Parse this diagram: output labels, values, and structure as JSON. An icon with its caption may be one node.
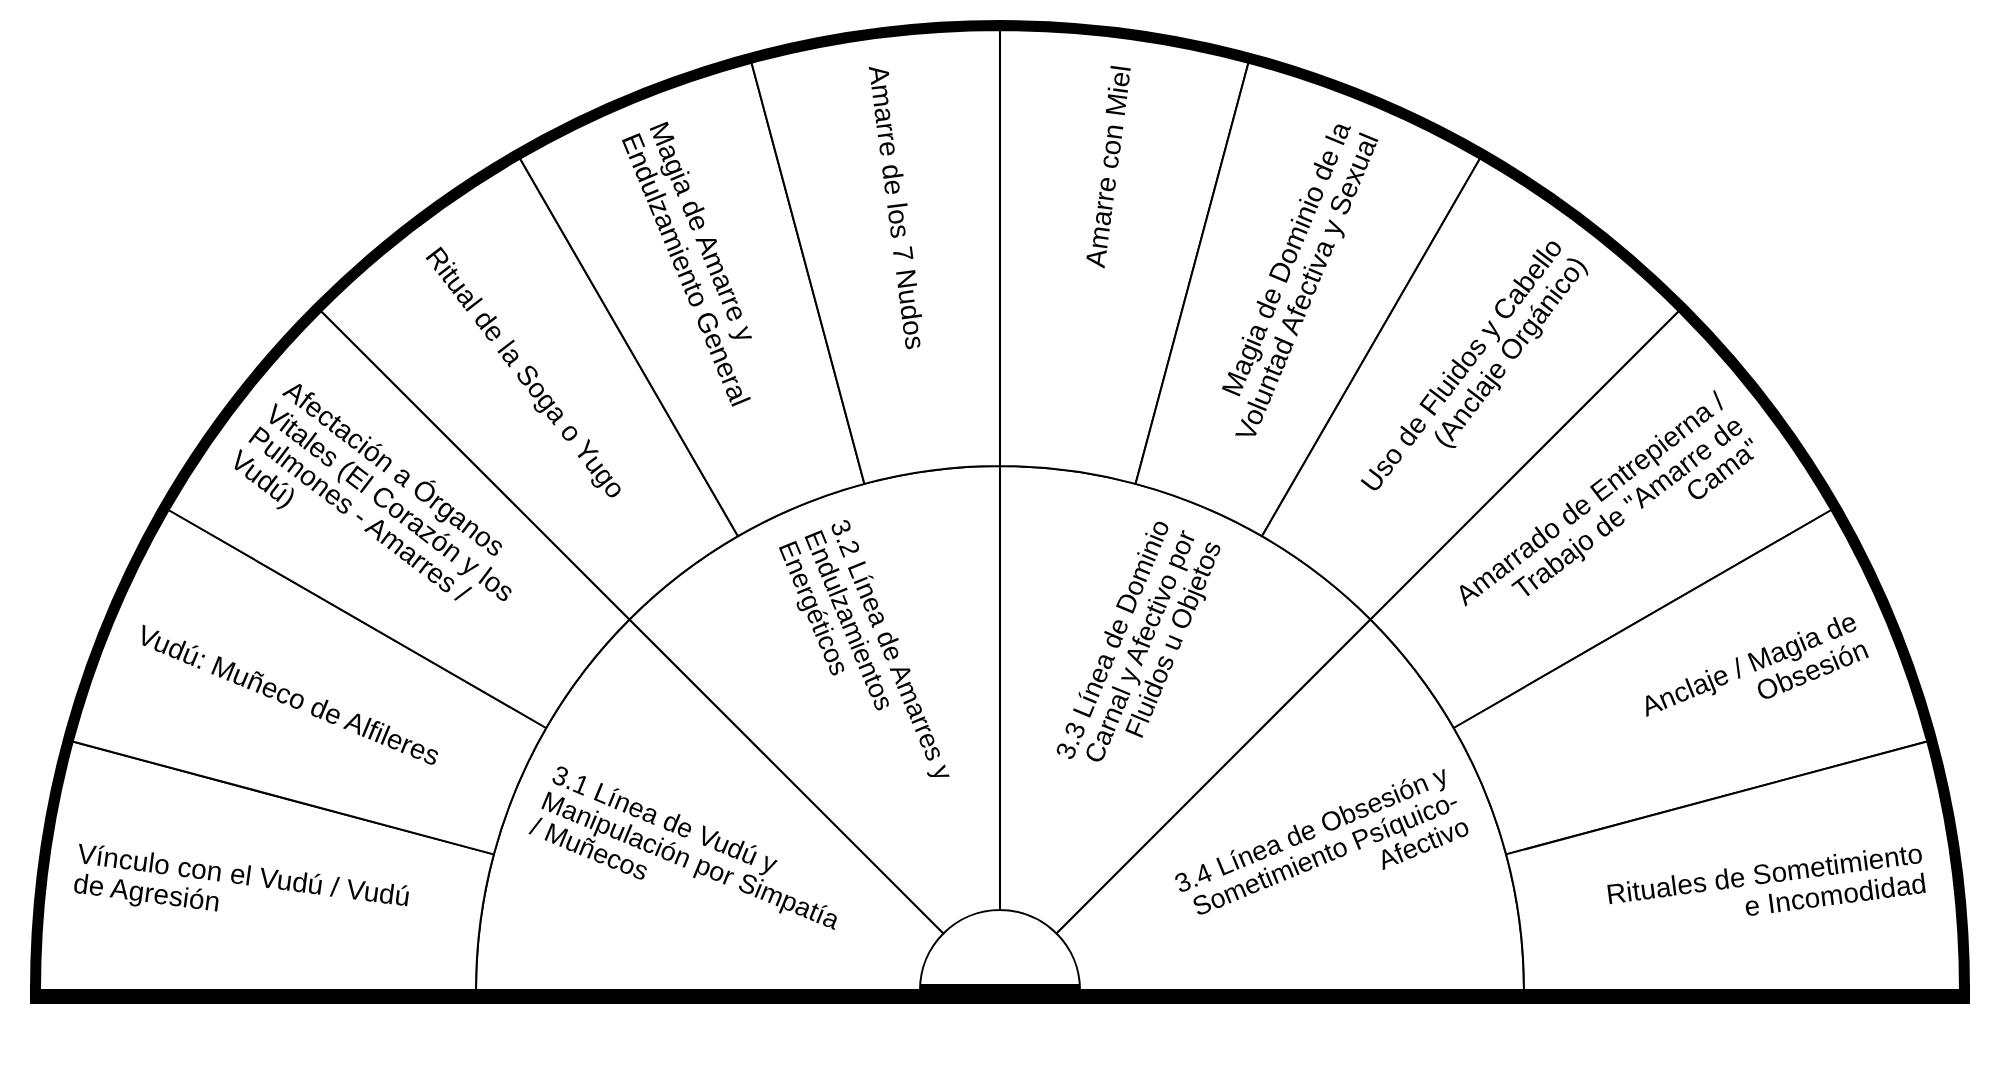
{
  "diagram": {
    "nodes": [
      {
        "text": [
          "3.1 Línea de Vudú y Manipulación por Simpatía / Muñecos"
        ]
      },
      {
        "text": [
          "3.2 Línea de Amarres y Endulzamientos Energéticos"
        ]
      },
      {
        "text": [
          "3.3 Línea de Dominio Carnal y Afectivo por Fluidos u Objetos"
        ]
      },
      {
        "text": [
          "3.4 Línea de Obsesión y Sometimiento Psíquico-Afectivo"
        ]
      },
      {
        "text": [
          "Vínculo con el Vudú / Vudú de Agresión"
        ]
      },
      {
        "text": [
          "Vudú: Muñeco de Alfileres"
        ]
      },
      {
        "text": [
          "Afectación a Órganos Vitales (El Corazón y los Pulmones - Amarres / Vudú)"
        ]
      },
      {
        "text": [
          "Ritual de la Soga o Yugo"
        ]
      },
      {
        "text": [
          "Magia de Amarre y Endulzamiento General"
        ]
      },
      {
        "text": [
          "Amarre de los 7 Nudos"
        ]
      },
      {
        "text": [
          "Amarre con Miel"
        ]
      },
      {
        "text": [
          "Magia de Dominio de la Voluntad Afectiva y Sexual"
        ]
      },
      {
        "text": [
          "Uso de Fluidos y Cabello (Anclaje Orgánico)"
        ]
      },
      {
        "text": [
          "Amarrado de Entrepierna / Trabajo de \"Amarre de Cama\""
        ]
      },
      {
        "text": [
          "Anclaje / Magia de Obsesión"
        ]
      },
      {
        "text": [
          "Rituales de Sometimiento e Incomodidad"
        ]
      }
    ]
  }
}
